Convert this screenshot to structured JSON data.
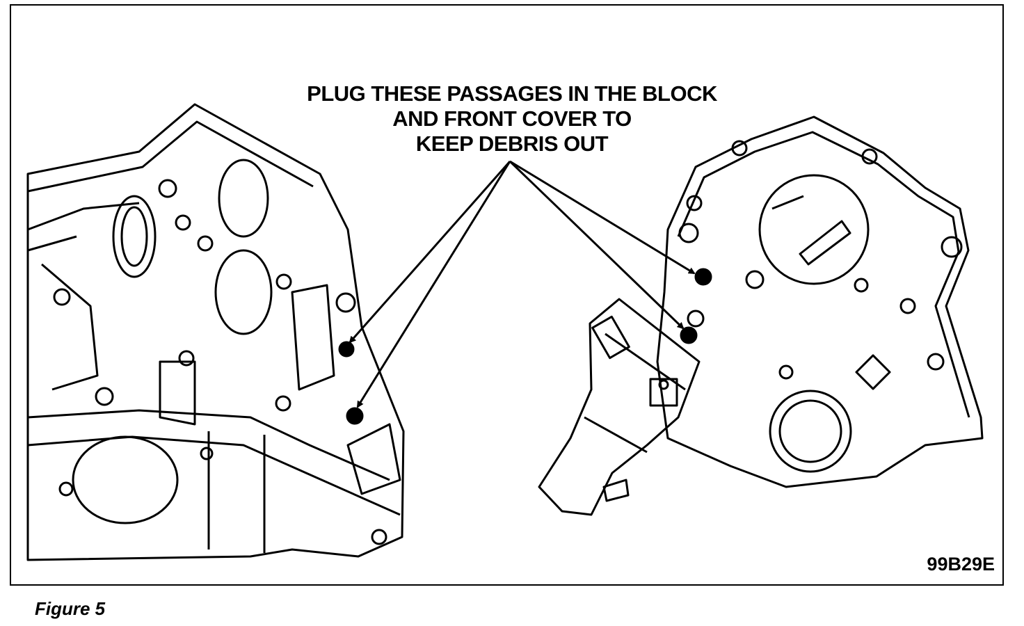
{
  "callout": {
    "lines": [
      "PLUG THESE PASSAGES IN THE BLOCK",
      "AND FRONT COVER TO",
      "KEEP DEBRIS OUT"
    ]
  },
  "illustration_code": "99B29E",
  "caption": "Figure 5",
  "colors": {
    "line": "#000000",
    "background": "#ffffff"
  },
  "icons": [
    "engine-block-illustration",
    "front-cover-illustration",
    "oil-pump-illustration",
    "leader-arrow-icon"
  ]
}
